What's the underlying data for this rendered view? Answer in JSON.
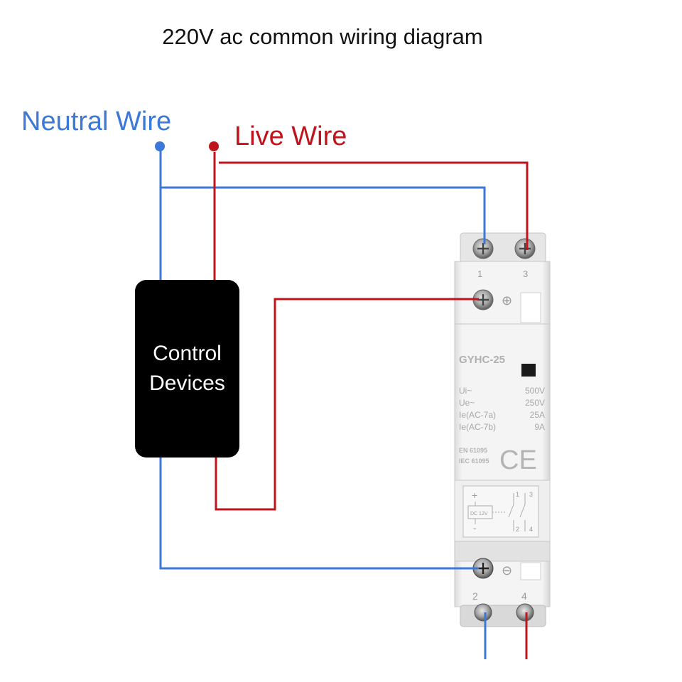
{
  "title": "220V ac common wiring diagram",
  "neutral": {
    "label": "Neutral Wire",
    "color": "#3b78d8"
  },
  "live": {
    "label": "Live Wire",
    "color": "#c0141c"
  },
  "control": {
    "line1": "Control",
    "line2": "Devices"
  },
  "contactor": {
    "model": "GYHC-25",
    "terminal_top_left": "1",
    "terminal_top_right": "3",
    "terminal_bottom_left": "2",
    "terminal_bottom_right": "4",
    "coil_plus": "+",
    "coil_minus": "-",
    "coil_voltage": "DC 12V",
    "plus_symbol": "⊕",
    "minus_symbol": "⊖",
    "ratings": [
      {
        "label": "Ui~",
        "value": "500V"
      },
      {
        "label": "Ue~",
        "value": "250V"
      },
      {
        "label": "Ie(AC-7a)",
        "value": "25A"
      },
      {
        "label": "Ie(AC-7b)",
        "value": "9A"
      }
    ],
    "standards": [
      "EN 61095",
      "IEC 61095"
    ],
    "ce_mark": "CE",
    "schematic_numbers": [
      "1",
      "3",
      "2",
      "4"
    ]
  }
}
